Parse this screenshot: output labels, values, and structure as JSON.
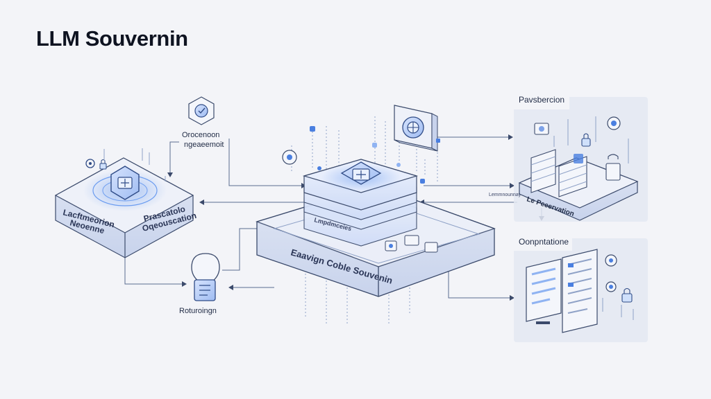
{
  "title": "LLM Souvernin",
  "labels": {
    "top_node_line1": "Orocenoon",
    "top_node_line2": "ngeaeemoit",
    "left_block_line1": "Lacftmeorion",
    "left_block_line2": "Neoenne",
    "left_block_right_line1": "Prascatolo",
    "left_block_right_line2": "Oqeouscation",
    "center_tier_label": "Lmpdmceies",
    "center_base_label": "Eaavign Coble Souvenin",
    "bottom_node_label": "Roturoingn",
    "right_top_panel_title": "Pavsbercion",
    "right_top_connector_label": "Lemmnounnay",
    "right_top_panel_sublabel": "Le Peeervation",
    "right_bottom_panel_title": "Oonpntatione"
  },
  "colors": {
    "accent": "#4a7fe0",
    "accent_light": "#8fb3f2",
    "stroke": "#3b4a6b",
    "panel_bg": "#e4e8f3",
    "glass": "#dfe7fb"
  },
  "icons": [
    "hexagon-chip-icon",
    "shield-chip-icon",
    "vault-icon",
    "lightbulb-icon",
    "server-rack-icon",
    "document-stack-icon",
    "gear-icon",
    "padlock-icon",
    "monitor-icon"
  ]
}
